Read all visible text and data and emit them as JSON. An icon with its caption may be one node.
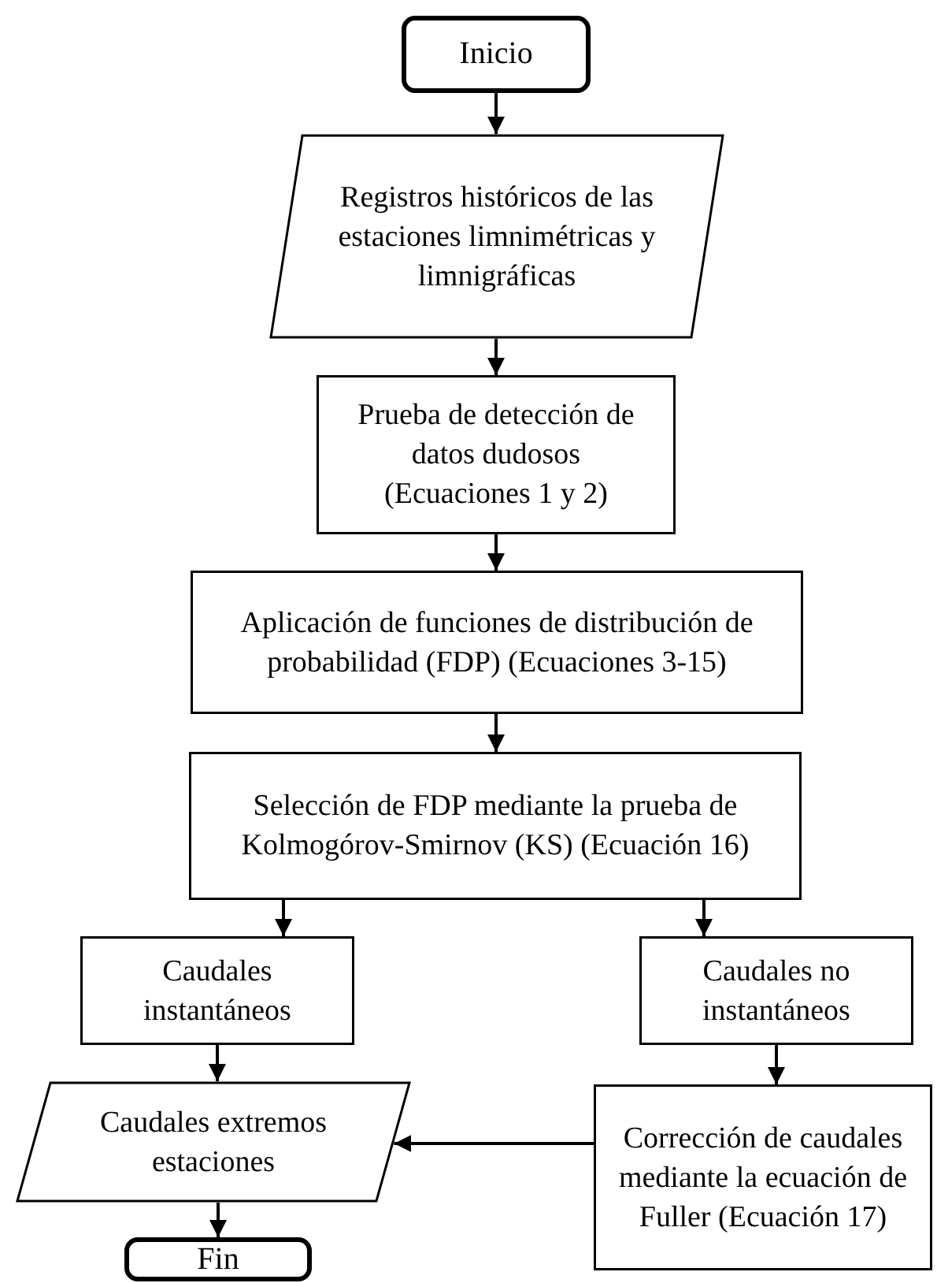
{
  "diagram": {
    "nodes": [
      {
        "text": [
          "Inicio"
        ]
      },
      {
        "text": [
          "Registros históricos de las estaciones limnimétricas y limnigráficas"
        ]
      },
      {
        "text": [
          "Prueba de detección de datos dudosos (Ecuaciones 1 y 2)"
        ]
      },
      {
        "text": [
          "Aplicación de funciones de distribución de probabilidad (FDP) (Ecuaciones 3-15)"
        ]
      },
      {
        "text": [
          "Selección de FDP mediante la prueba de Kolmogórov-Smirnov (KS) (Ecuación 16)"
        ]
      },
      {
        "text": [
          "Caudales instantáneos"
        ]
      },
      {
        "text": [
          "Caudales no instantáneos"
        ]
      },
      {
        "text": [
          "Caudales extremos estaciones"
        ]
      },
      {
        "text": [
          "Corrección de caudales mediante la ecuación de Fuller (Ecuación 17)"
        ]
      },
      {
        "text": [
          "Fin"
        ]
      }
    ],
    "edges": [
      {
        "from": 0,
        "to": 1,
        "arrow": "to"
      },
      {
        "from": 1,
        "to": 2,
        "arrow": "to"
      },
      {
        "from": 2,
        "to": 3,
        "arrow": "to"
      },
      {
        "from": 3,
        "to": 4,
        "arrow": "to"
      },
      {
        "from": 4,
        "to": 5,
        "arrow": "to"
      },
      {
        "from": 4,
        "to": 6,
        "arrow": "to"
      },
      {
        "from": 5,
        "to": 7,
        "arrow": "to"
      },
      {
        "from": 6,
        "to": 8,
        "arrow": "to"
      },
      {
        "from": 8,
        "to": 7,
        "arrow": "to"
      },
      {
        "from": 7,
        "to": 9,
        "arrow": "to"
      }
    ]
  }
}
